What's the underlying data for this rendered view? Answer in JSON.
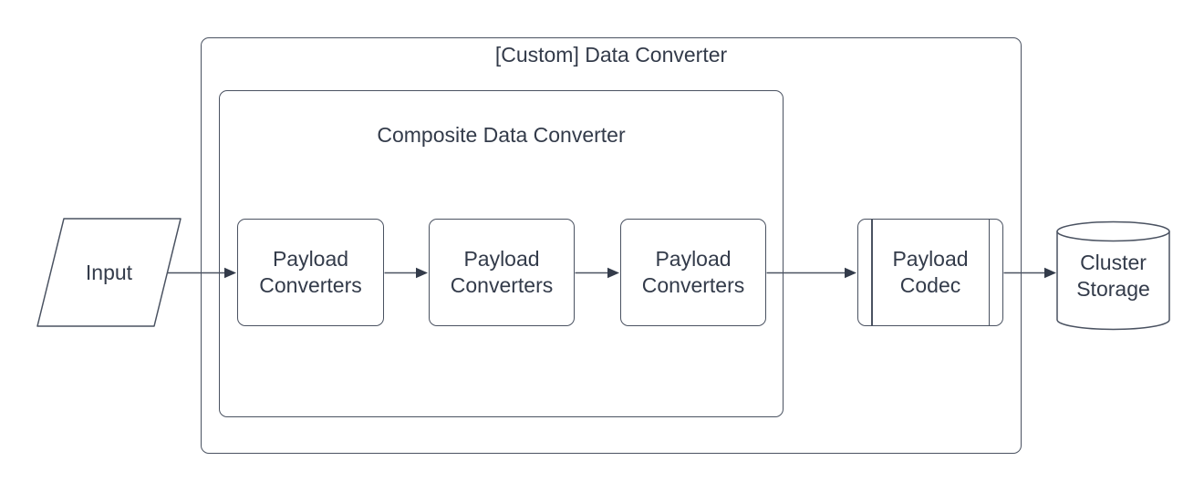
{
  "diagram": {
    "groups": [
      {
        "id": "custom-data-converter",
        "label": "[Custom] Data Converter"
      },
      {
        "id": "composite-data-converter",
        "label": "Composite Data Converter"
      }
    ],
    "nodes": [
      {
        "id": "input",
        "label": "Input",
        "shape": "parallelogram"
      },
      {
        "id": "payload-converters-1",
        "label": "Payload Converters",
        "shape": "rounded-rect"
      },
      {
        "id": "payload-converters-2",
        "label": "Payload Converters",
        "shape": "rounded-rect"
      },
      {
        "id": "payload-converters-3",
        "label": "Payload Converters",
        "shape": "rounded-rect"
      },
      {
        "id": "payload-codec",
        "label": "Payload Codec",
        "shape": "predefined-process"
      },
      {
        "id": "cluster-storage",
        "label": "Cluster Storage",
        "shape": "cylinder"
      }
    ],
    "edges": [
      {
        "from": "input",
        "to": "payload-converters-1"
      },
      {
        "from": "payload-converters-1",
        "to": "payload-converters-2"
      },
      {
        "from": "payload-converters-2",
        "to": "payload-converters-3"
      },
      {
        "from": "payload-converters-3",
        "to": "payload-codec"
      },
      {
        "from": "payload-codec",
        "to": "cluster-storage"
      }
    ],
    "colors": {
      "stroke": "#4a5261",
      "text": "#333b4a",
      "background": "#ffffff"
    }
  }
}
